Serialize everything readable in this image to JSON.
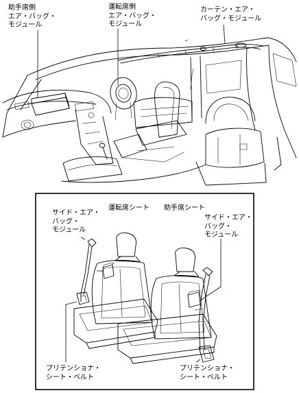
{
  "labels": {
    "passenger_airbag": "助手席側\nエア・バッグ・\nモジュール",
    "driver_airbag": "運転席側\nエア・バッグ・\nモジュール",
    "curtain_airbag": "カーテン・エア・\nバッグ・モジュール",
    "side_airbag_left": "サイド・エア・\nバッグ・\nモジュール",
    "side_airbag_right": "サイド・エア・\nバッグ・\nモジュール",
    "driver_seat": "運転席シート",
    "passenger_seat": "助手席シート",
    "pretensioner_left": "プリテンショナ・\nシート・ベルト",
    "pretensioner_right": "プリテンショナ・\nシート・ベルト"
  }
}
